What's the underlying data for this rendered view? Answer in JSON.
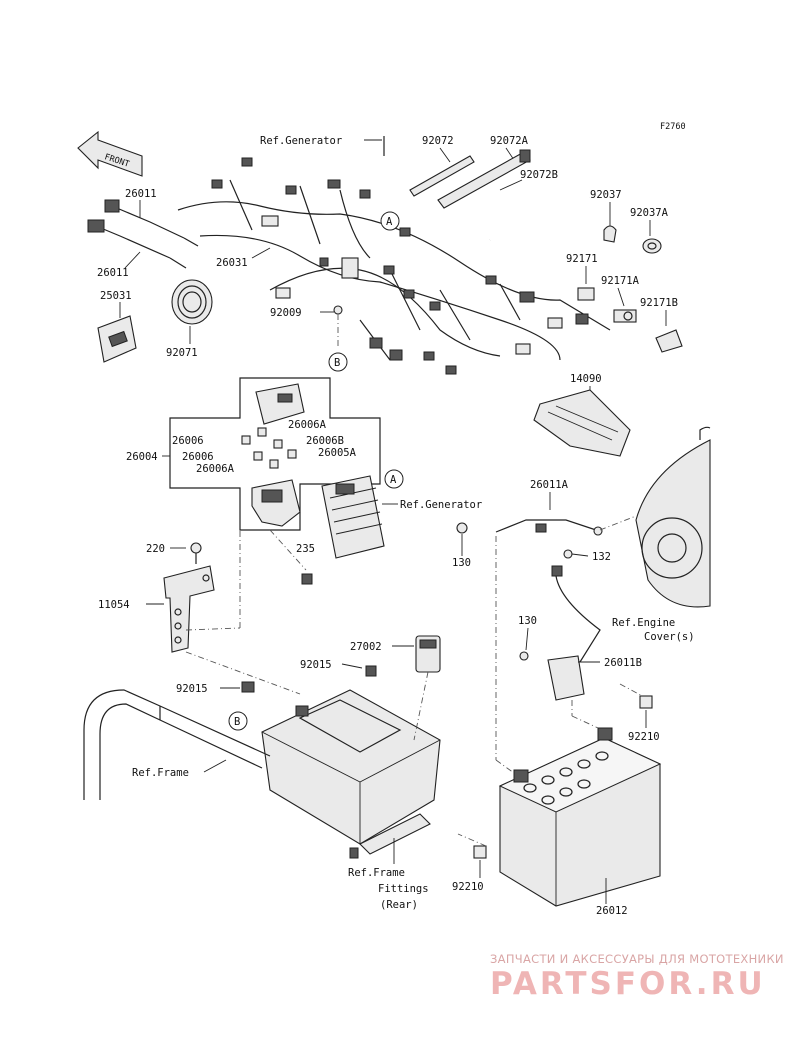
{
  "figure_code": "F2760",
  "front_label": "FRONT",
  "callouts": {
    "c26011": "26011",
    "c26011b_low": "26011",
    "c25031": "25031",
    "c92071": "92071",
    "c26031": "26031",
    "c92009": "92009",
    "ref_generator_top": "Ref.Generator",
    "c92072": "92072",
    "c92072a": "92072A",
    "c92072b": "92072B",
    "c92037": "92037",
    "c92037a": "92037A",
    "c92171": "92171",
    "c92171a": "92171A",
    "c92171b": "92171B",
    "c14090": "14090",
    "c26004": "26004",
    "c26006": "26006",
    "c26006_2": "26006",
    "c26006a_top": "26006A",
    "c26006b": "26006B",
    "c26005a": "26005A",
    "c26006a_low": "26006A",
    "ref_generator_mid": "Ref.Generator",
    "c235": "235",
    "c220": "220",
    "c11054": "11054",
    "c26011a": "26011A",
    "c130_top": "130",
    "c132": "132",
    "ref_engine_cover_1": "Ref.Engine",
    "ref_engine_cover_2": "Cover(s)",
    "c27002": "27002",
    "c92015_top": "92015",
    "c92015_left": "92015",
    "c130_mid": "130",
    "c26011b": "26011B",
    "c92210_right": "92210",
    "ref_frame": "Ref.Frame",
    "ref_frame_fittings_1": "Ref.Frame",
    "ref_frame_fittings_2": "Fittings",
    "ref_frame_fittings_3": "(Rear)",
    "c92210_bottom": "92210",
    "c26012": "26012"
  },
  "markers": {
    "a1": "A",
    "a2": "A",
    "b1": "B",
    "b2": "B"
  },
  "watermark": {
    "tagline": "ЗАПЧАСТИ И АКСЕССУАРЫ ДЛЯ МОТОТЕХНИКИ",
    "brand": "PARTSFOR.RU"
  }
}
